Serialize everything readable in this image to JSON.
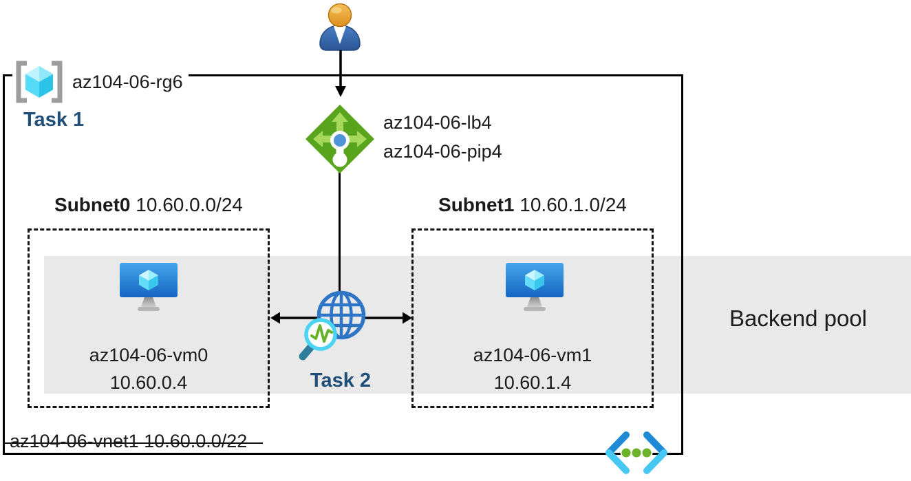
{
  "resource_group": {
    "name": "az104-06-rg6",
    "task_label": "Task 1"
  },
  "load_balancer": {
    "name": "az104-06-lb4",
    "public_ip": "az104-06-pip4"
  },
  "subnets": [
    {
      "name": "Subnet0",
      "cidr": "10.60.0.0/24",
      "vm_name": "az104-06-vm0",
      "vm_ip": "10.60.0.4"
    },
    {
      "name": "Subnet1",
      "cidr": "10.60.1.0/24",
      "vm_name": "az104-06-vm1",
      "vm_ip": "10.60.1.4"
    }
  ],
  "monitor": {
    "task_label": "Task 2"
  },
  "backend_pool": {
    "label": "Backend pool"
  },
  "vnet": {
    "name": "az104-06-vnet1",
    "cidr": "10.60.0.0/22"
  },
  "icons": {
    "user": "user-icon",
    "load_balancer": "load-balancer-icon",
    "resource_group": "resource-group-icon",
    "vm": "virtual-machine-icon",
    "network_watcher": "network-watcher-icon",
    "virtual_network": "virtual-network-icon"
  },
  "colors": {
    "task_text": "#1f4e79",
    "backend_band": "#e9e9e9",
    "lb_green": "#58a41c",
    "lb_arrow_green": "#a6d85a",
    "vm_monitor_blue": "#2f86d8",
    "cube_cyan": "#50e6ff",
    "globe_blue": "#2e75c6",
    "magnifier_cyan": "#4cd3f2",
    "handle_teal": "#2c7e9c",
    "vnet_dot_green": "#6db32a",
    "border_black": "#000000"
  }
}
